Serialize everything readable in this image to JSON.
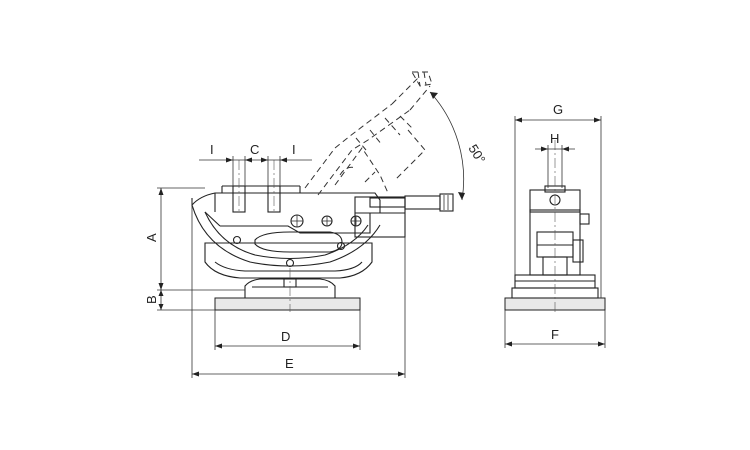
{
  "labels": {
    "A": "A",
    "B": "B",
    "C": "C",
    "D": "D",
    "E": "E",
    "F": "F",
    "G": "G",
    "H": "H",
    "I_left": "I",
    "I_right": "I",
    "angle": "50°"
  }
}
